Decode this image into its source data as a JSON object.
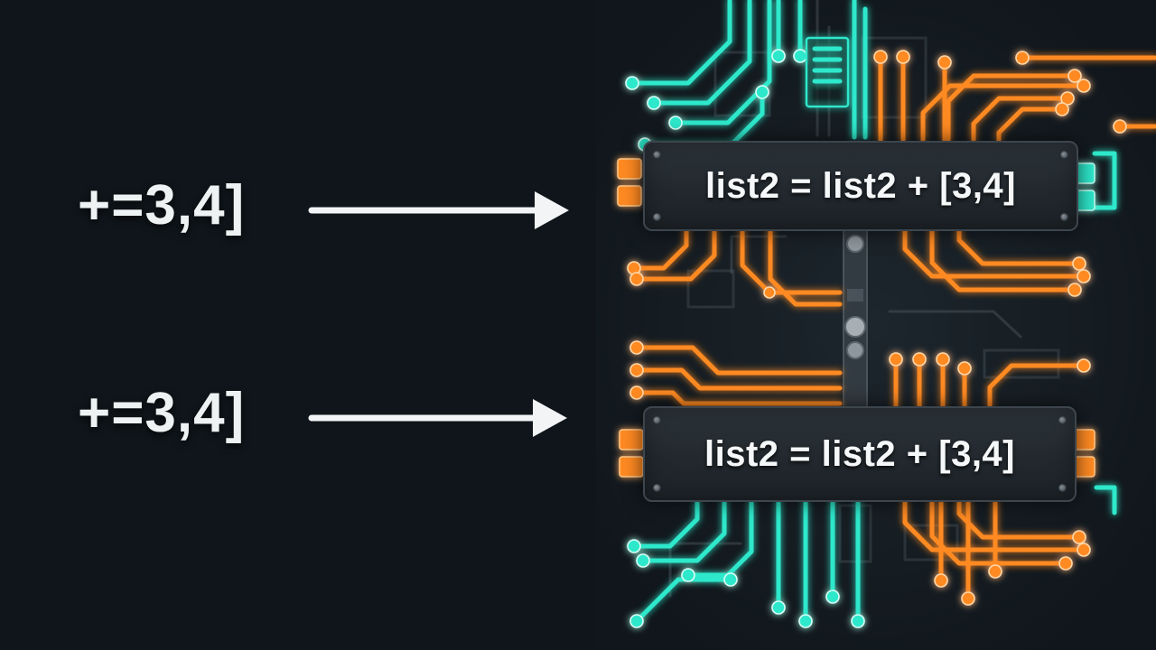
{
  "illustration": {
    "background_color": "#0f151a",
    "colors": {
      "teal_trace": "#2fe8cb",
      "orange_trace": "#ff8a24",
      "arrow_white": "#f2f4f6",
      "panel_background": "#262d33",
      "text_white": "#f5f7f8"
    },
    "rows": [
      {
        "left_label": "+=3,4]",
        "code": "list2 = list2 + [3,4]"
      },
      {
        "left_label": "+=3,4]",
        "code": "list2 = list2 + [3,4]"
      }
    ]
  }
}
